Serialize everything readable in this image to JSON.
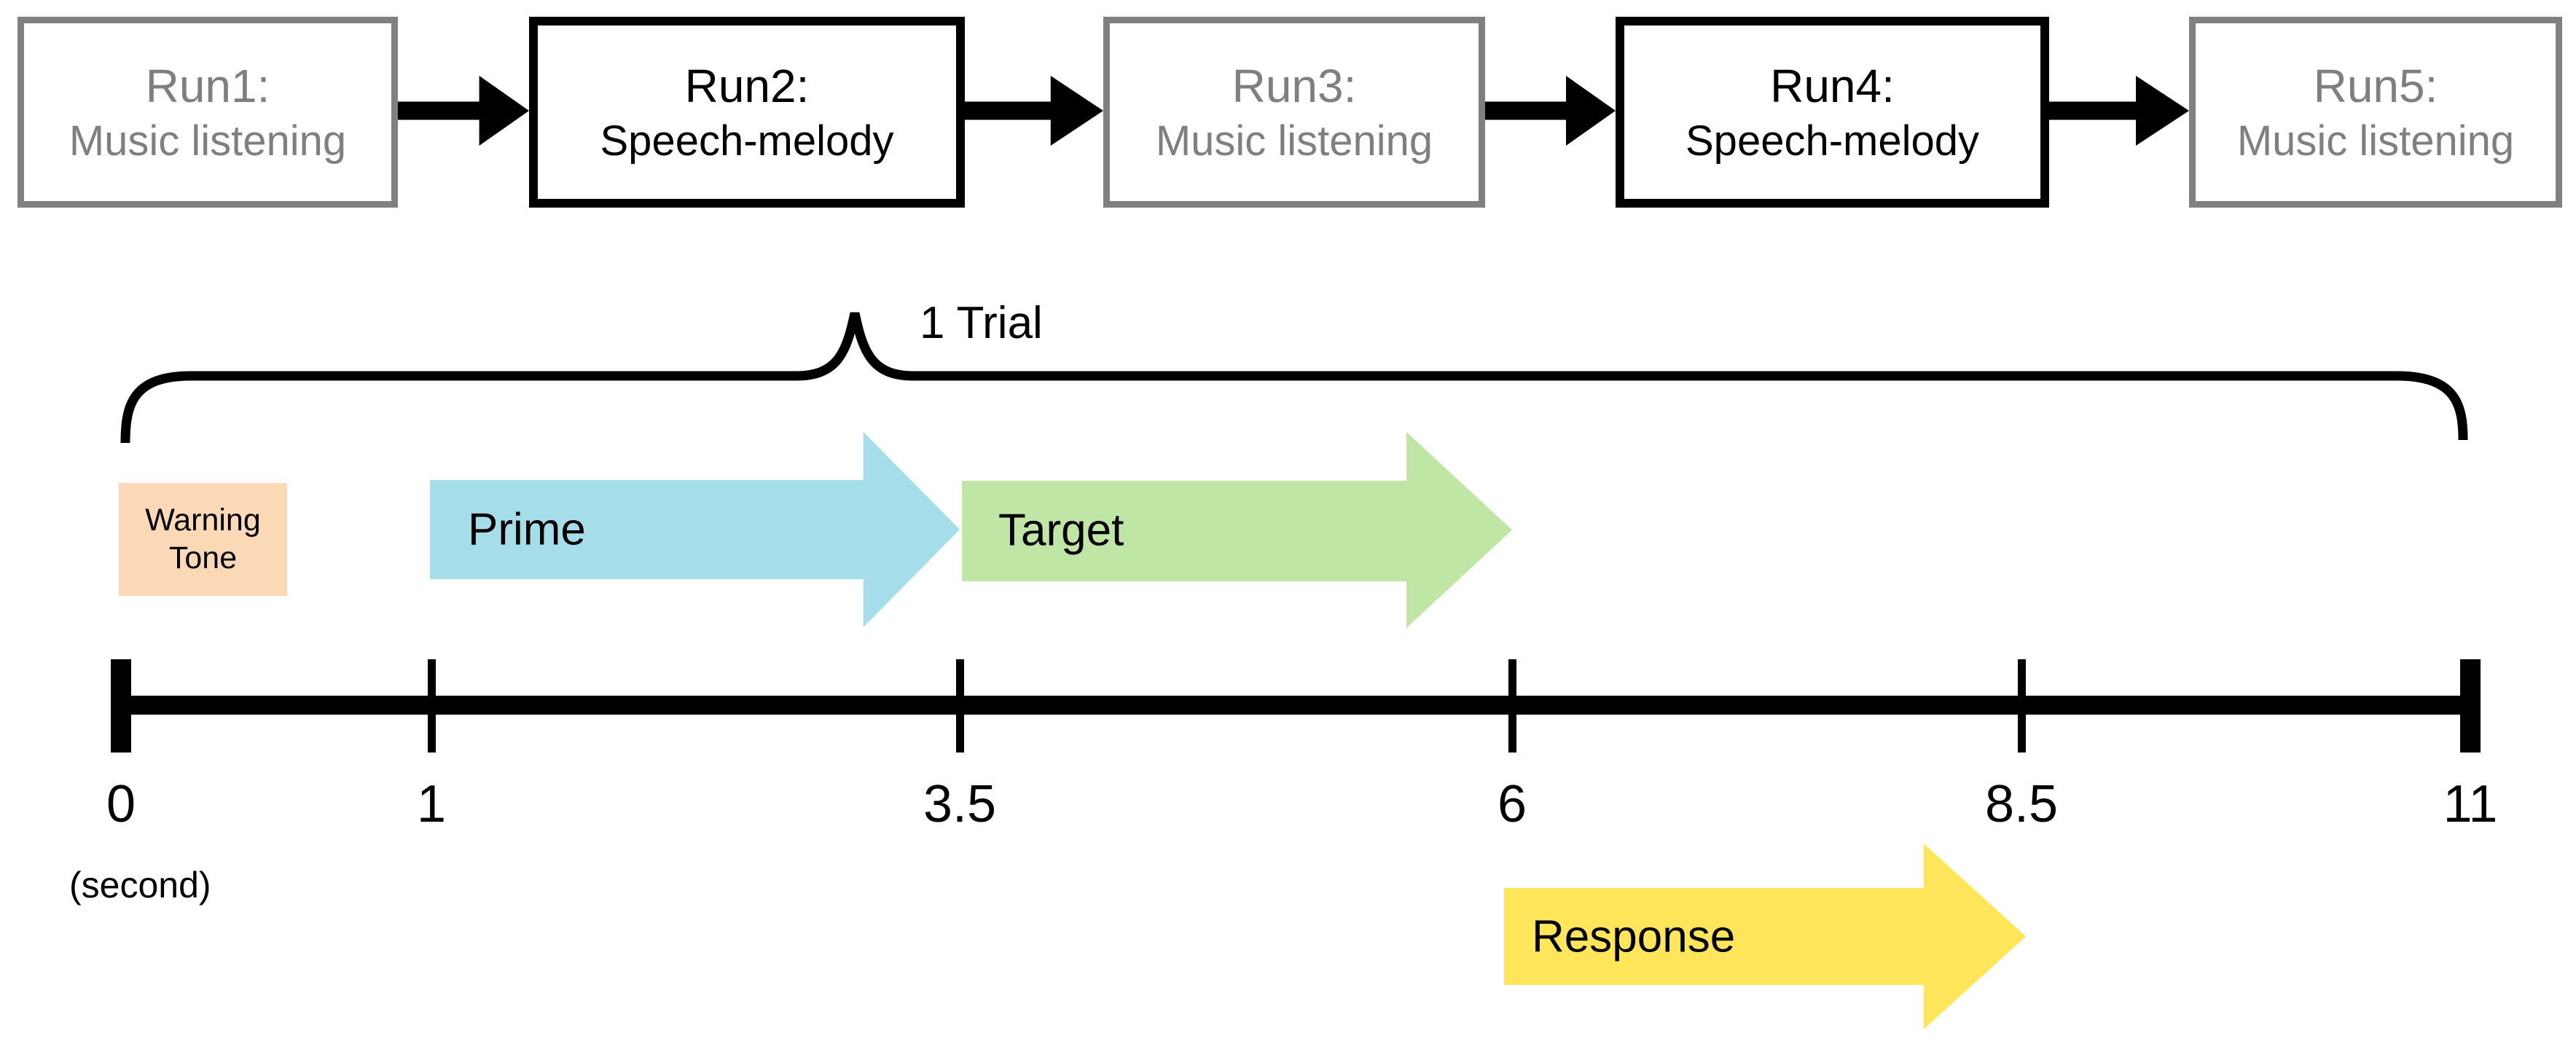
{
  "runs": {
    "items": [
      {
        "line1": "Run1:",
        "line2": "Music listening",
        "emphasis": "low"
      },
      {
        "line1": "Run2:",
        "line2": "Speech-melody",
        "emphasis": "high"
      },
      {
        "line1": "Run3:",
        "line2": "Music listening",
        "emphasis": "low"
      },
      {
        "line1": "Run4:",
        "line2": "Speech-melody",
        "emphasis": "high"
      },
      {
        "line1": "Run5:",
        "line2": "Music listening",
        "emphasis": "low"
      }
    ],
    "inactive_color": "#808080",
    "active_color": "#000000"
  },
  "trial": {
    "brace_label": "1 Trial",
    "warning_tone": {
      "line1": "Warning",
      "line2": "Tone",
      "color": "#FBD8B6"
    },
    "prime": {
      "label": "Prime",
      "color": "#A5DEE9"
    },
    "target": {
      "label": "Target",
      "color": "#BFE6A4"
    },
    "response": {
      "label": "Response",
      "color": "#FEE55A"
    }
  },
  "timeline": {
    "tick_labels": [
      "0",
      "1",
      "3.5",
      "6",
      "8.5",
      "11"
    ],
    "tick_times_seconds": [
      0,
      1,
      3.5,
      6,
      8.5,
      11
    ],
    "unit_label": "(second)",
    "color": "#000000"
  }
}
